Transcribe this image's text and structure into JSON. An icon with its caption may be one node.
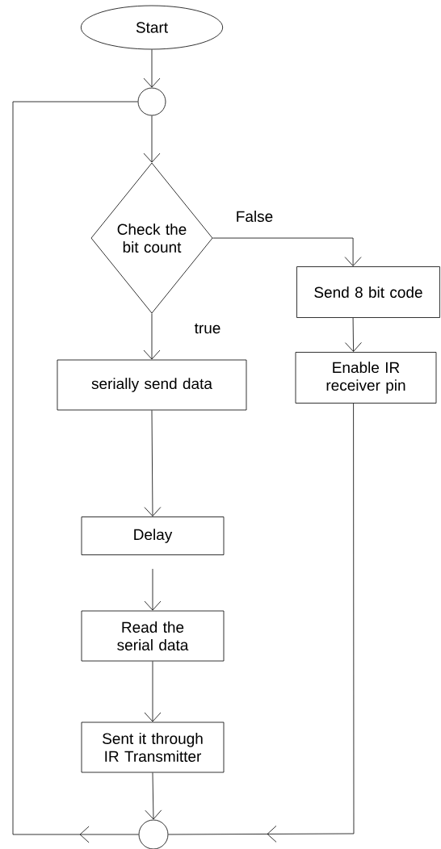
{
  "diagram": {
    "nodes": [
      {
        "text": [
          "Start"
        ]
      },
      {
        "text": [],
        "shape": "circle"
      },
      {
        "text": [
          "Check the bit count"
        ]
      },
      {
        "text": [
          "Send 8 bit code"
        ]
      },
      {
        "text": [
          "Enable IR receiver pin"
        ]
      },
      {
        "text": [
          "serially send data"
        ]
      },
      {
        "text": [
          "Delay"
        ]
      },
      {
        "text": [
          "Read the serial data"
        ]
      },
      {
        "text": [
          "Sent it through IR Transmitter"
        ]
      },
      {
        "text": [],
        "shape": "circle"
      }
    ],
    "edges": [
      {
        "from": 0,
        "to": 1,
        "arrow": "to"
      },
      {
        "from": 1,
        "to": 2,
        "arrow": "to"
      },
      {
        "from": 2,
        "to": 3,
        "arrow": "to",
        "label": "False"
      },
      {
        "from": 2,
        "to": 5,
        "arrow": "to",
        "label": "true"
      },
      {
        "from": 3,
        "to": 4,
        "arrow": "to"
      },
      {
        "from": 5,
        "to": 6,
        "arrow": "to"
      },
      {
        "from": 6,
        "to": 7,
        "arrow": "to"
      },
      {
        "from": 7,
        "to": 8,
        "arrow": "to"
      },
      {
        "from": 8,
        "to": 9,
        "arrow": "to"
      },
      {
        "from": 4,
        "to": 9,
        "arrow": "to"
      },
      {
        "from": 9,
        "to": 1,
        "arrow": "to"
      }
    ]
  }
}
